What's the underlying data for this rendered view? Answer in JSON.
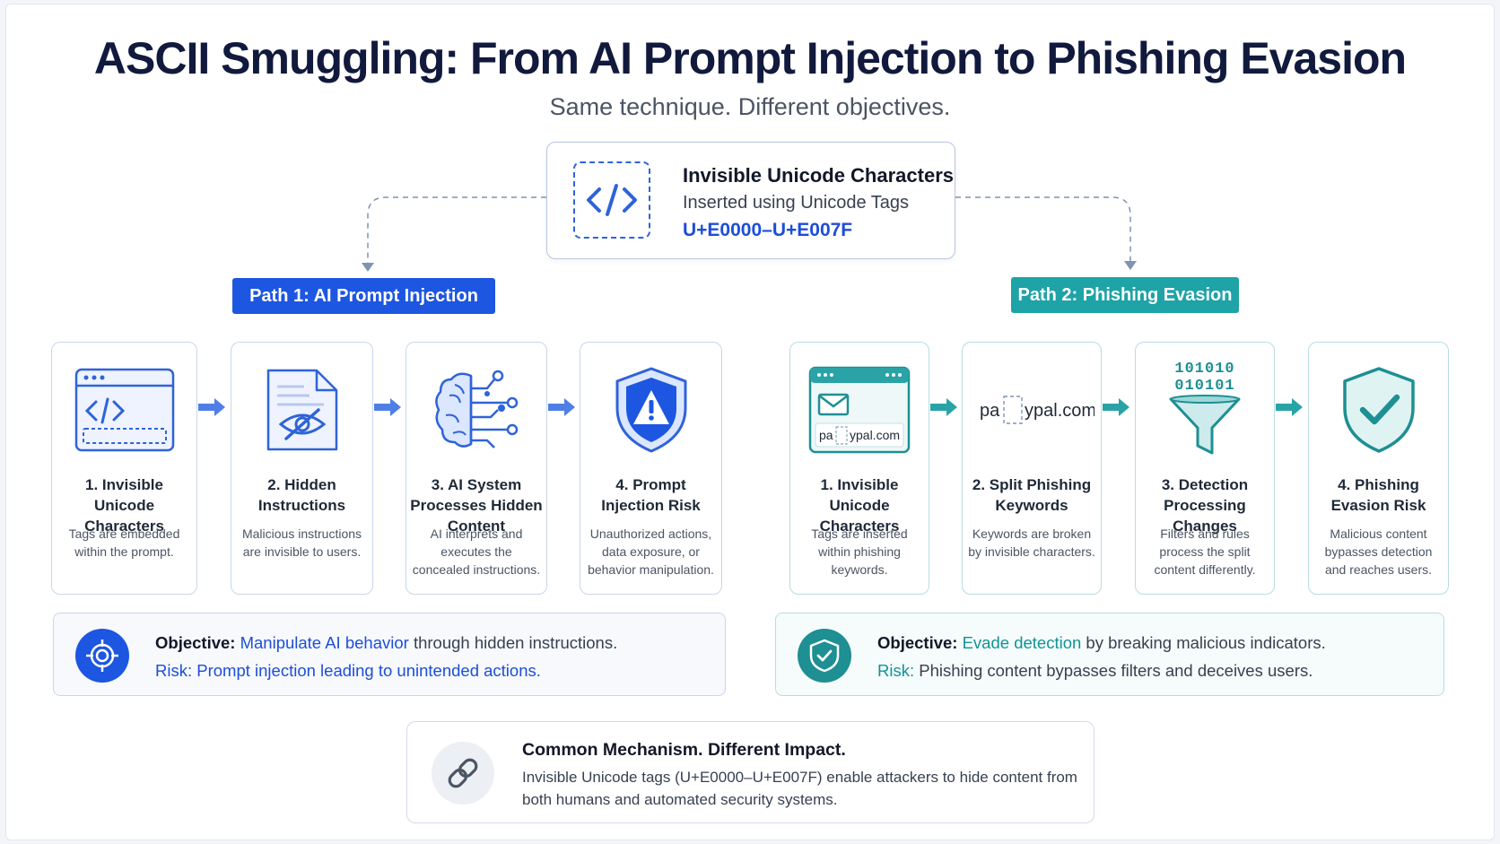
{
  "title": "ASCII Smuggling: From AI Prompt Injection to Phishing Evasion",
  "subtitle": "Same technique. Different objectives.",
  "source": {
    "title": "Invisible Unicode Characters",
    "subtitle": "Inserted using Unicode Tags",
    "range": "U+E0000–U+E007F",
    "icon": "code-icon"
  },
  "path1": {
    "label": "Path 1: AI Prompt Injection",
    "accent": "#1d56e0",
    "steps": [
      {
        "title": "1. Invisible Unicode Characters",
        "desc": "Tags are embedded within the prompt.",
        "icon": "browser-code-icon"
      },
      {
        "title": "2. Hidden Instructions",
        "desc": "Malicious instructions are invisible to users.",
        "icon": "hidden-document-icon"
      },
      {
        "title": "3. AI System Processes Hidden Content",
        "desc": "AI interprets and executes the concealed instructions.",
        "icon": "ai-brain-icon"
      },
      {
        "title": "4. Prompt Injection Risk",
        "desc": "Unauthorized actions, data exposure, or behavior manipulation.",
        "icon": "warning-shield-icon"
      }
    ],
    "objective_label": "Objective:",
    "objective_highlight": "Manipulate AI behavior",
    "objective_rest": " through hidden instructions.",
    "risk_label": "Risk:",
    "risk_text": " Prompt injection leading to unintended actions."
  },
  "path2": {
    "label": "Path 2: Phishing Evasion",
    "accent": "#1ea3a6",
    "steps": [
      {
        "title": "1. Invisible Unicode Characters",
        "desc": "Tags are inserted within phishing keywords.",
        "icon": "email-window-icon",
        "url_left": "pa",
        "url_right": "ypal.com"
      },
      {
        "title": "2. Split Phishing Keywords",
        "desc": "Keywords are broken by invisible characters.",
        "icon": "split-domain-icon",
        "url_left": "pa",
        "url_right": "ypal.com"
      },
      {
        "title": "3. Detection Processing Changes",
        "desc": "Filters and rules process the split content differently.",
        "icon": "binary-filter-icon",
        "binary_1": "101010",
        "binary_2": "010101"
      },
      {
        "title": "4. Phishing Evasion Risk",
        "desc": "Malicious content bypasses detection and reaches users.",
        "icon": "check-shield-icon"
      }
    ],
    "objective_label": "Objective:",
    "objective_highlight": "Evade detection",
    "objective_rest": " by breaking malicious indicators.",
    "risk_label": "Risk:",
    "risk_text": " Phishing content bypasses filters and deceives users."
  },
  "common": {
    "title": "Common Mechanism. Different Impact.",
    "desc": "Invisible Unicode tags (U+E0000–U+E007F) enable attackers to hide content from both humans and automated security systems.",
    "icon": "link-icon"
  }
}
